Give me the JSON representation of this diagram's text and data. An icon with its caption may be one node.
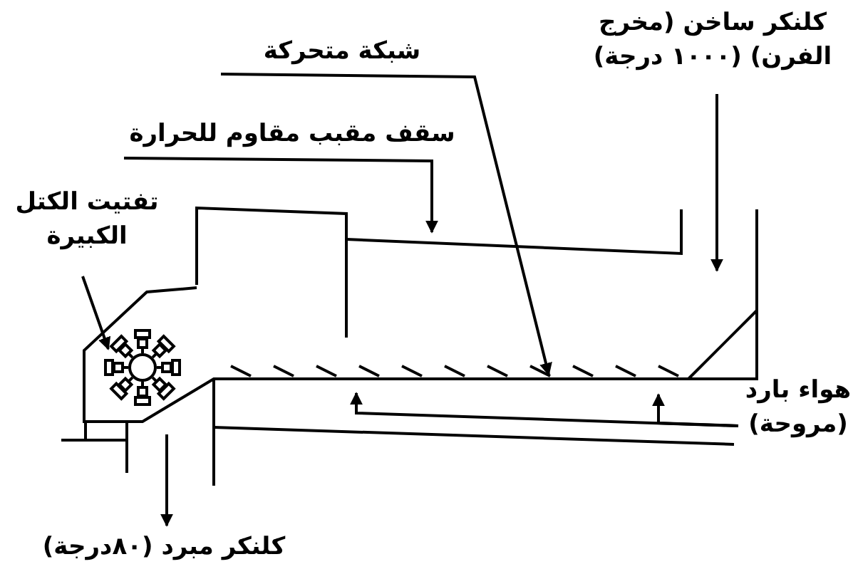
{
  "diagram": {
    "nodes": [
      {
        "text": [
          "كلنكر ساخن (مخرج الفرن) (١٠٠٠ درجة)"
        ]
      },
      {
        "text": [
          "شبكة متحركة"
        ]
      },
      {
        "text": [
          "سقف مقبب مقاوم للحرارة"
        ]
      },
      {
        "text": [
          "تفتيت الكتل الكبيرة"
        ]
      },
      {
        "text": [],
        "shape": "picture"
      },
      {
        "text": [
          "هواء بارد (مروحة)"
        ]
      },
      {
        "text": [
          "كلنكر مبرد (٨٠درجة)"
        ]
      }
    ],
    "edges": [
      {
        "from": 0,
        "to": null,
        "arrow": "to"
      },
      {
        "from": 1,
        "to": null,
        "arrow": "to"
      },
      {
        "from": 2,
        "to": null,
        "arrow": "to"
      },
      {
        "from": 3,
        "to": 4,
        "arrow": "to"
      },
      {
        "from": 5,
        "to": null,
        "arrow": "to"
      },
      {
        "from": 5,
        "to": null,
        "arrow": "to"
      },
      {
        "from": null,
        "to": 6,
        "arrow": "to"
      }
    ]
  }
}
